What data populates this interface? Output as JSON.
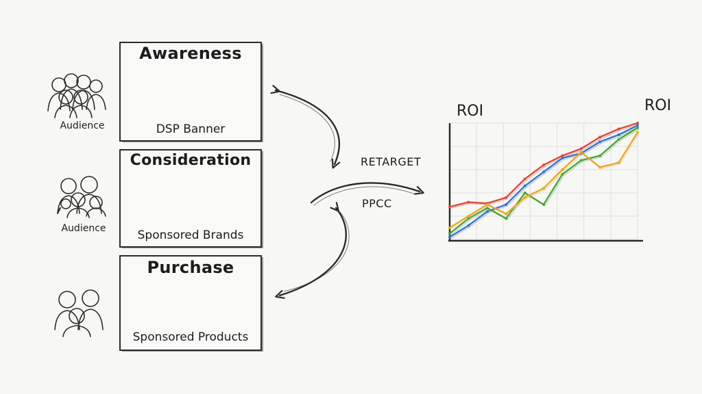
{
  "stages": [
    {
      "title": "Awareness",
      "label": "DSP Banner"
    },
    {
      "title": "Consideration",
      "label": "Sponsored Brands"
    },
    {
      "title": "Purchase",
      "label": "Sponsored Products"
    }
  ],
  "audiences": [
    "Audience",
    "Audience"
  ],
  "arrows": {
    "retarget": "RETARGET",
    "ppcc": "PPCC"
  },
  "roi": {
    "axis_label": "ROI",
    "end_label": "ROI"
  },
  "chart_data": {
    "type": "line",
    "title": "",
    "xlabel": "",
    "ylabel": "ROI",
    "grid": true,
    "axis_ticks": false,
    "x": [
      0,
      1,
      2,
      3,
      4,
      5,
      6,
      7,
      8,
      9,
      10
    ],
    "series": [
      {
        "color": "#d94a3a",
        "values": [
          0.28,
          0.32,
          0.31,
          0.36,
          0.52,
          0.64,
          0.72,
          0.78,
          0.88,
          0.95,
          1.0
        ]
      },
      {
        "color": "#3a74c9",
        "values": [
          0.02,
          0.12,
          0.24,
          0.3,
          0.46,
          0.58,
          0.7,
          0.74,
          0.84,
          0.9,
          0.98
        ]
      },
      {
        "color": "#4aa53a",
        "values": [
          0.05,
          0.18,
          0.27,
          0.18,
          0.4,
          0.3,
          0.56,
          0.68,
          0.72,
          0.86,
          0.96
        ]
      },
      {
        "color": "#e5a825",
        "values": [
          0.1,
          0.2,
          0.3,
          0.22,
          0.36,
          0.44,
          0.6,
          0.75,
          0.62,
          0.66,
          0.92
        ]
      }
    ]
  },
  "colors": {
    "ink": "#2a2a2a",
    "paper": "#f7f7f5",
    "cart_yellow": "#e8b73a",
    "cart_red": "#d23c2e",
    "grid": "#dedede"
  }
}
